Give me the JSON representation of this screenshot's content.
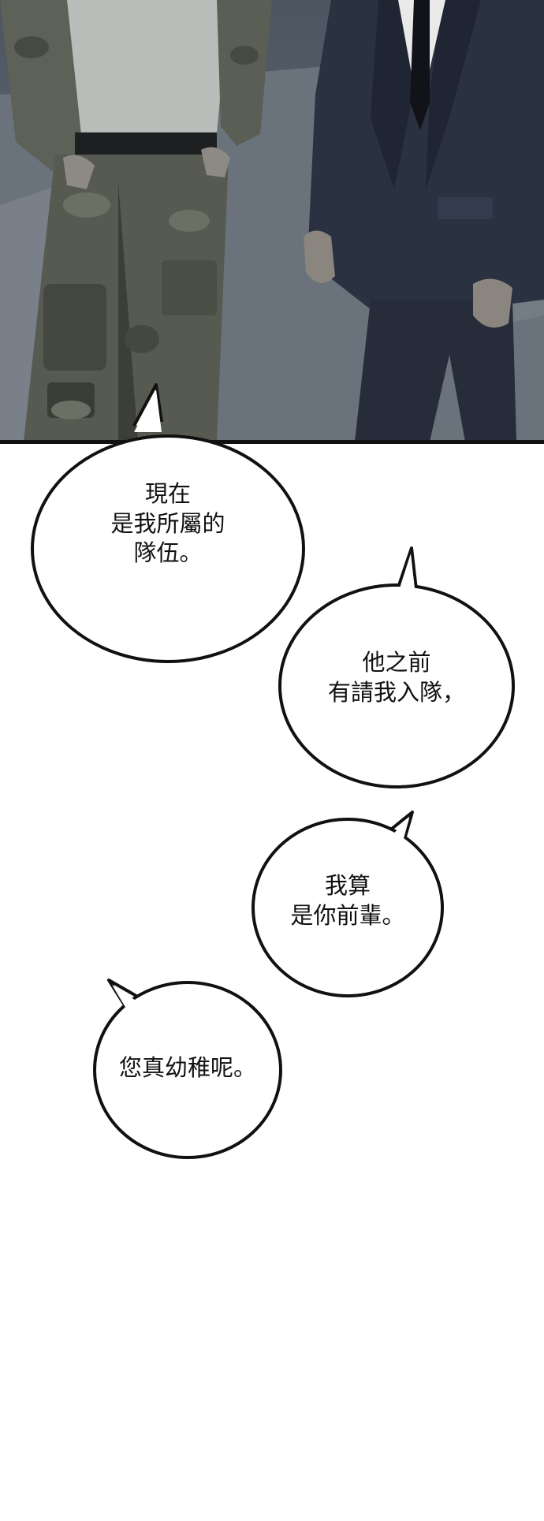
{
  "panel": {
    "figures": [
      "soldier-in-camouflage",
      "man-in-dark-suit"
    ]
  },
  "bubbles": [
    {
      "text": "現在\n是我所屬的\n隊伍。"
    },
    {
      "text": "他之前\n有請我入隊，"
    },
    {
      "text": "我算\n是你前輩。"
    },
    {
      "text": "您真幼稚呢。"
    }
  ],
  "colors": {
    "ink": "#111111",
    "paper": "#ffffff",
    "scene_bg": "#4c5560",
    "suit": "#2a3140",
    "camo": "#565a50"
  }
}
